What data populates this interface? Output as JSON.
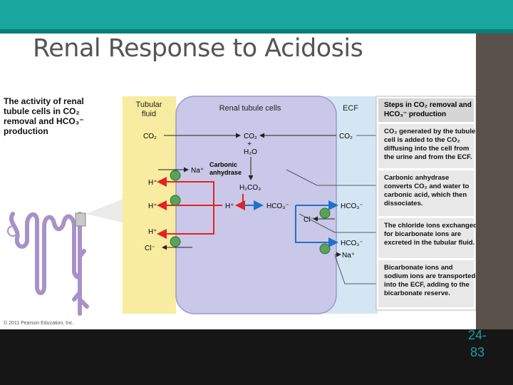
{
  "slide": {
    "title": "Renal Response to Acidosis",
    "slide_number_line1": "24-",
    "slide_number_line2": "83",
    "colors": {
      "header_teal": "#1aa7a0",
      "tubular_fluid_yellow": "#f8eca0",
      "cell_lavender": "#c9c8e8",
      "ecf_blue": "#d4e6f4",
      "red_arrow": "#e52222",
      "blue_arrow": "#1e73c8",
      "transport_green": "#5aa25a",
      "nephron_purple": "#a891c8"
    }
  },
  "figure": {
    "caption": "The activity of renal tubule cells in CO₂ removal and HCO₃⁻ production",
    "copyright": "© 2011 Pearson Education, Inc.",
    "columns": {
      "tubular_fluid": "Tubular fluid",
      "renal_cells": "Renal tubule cells",
      "ecf": "ECF"
    },
    "labels": {
      "co2": "CO₂",
      "plus": "+",
      "h2o": "H₂O",
      "carbonic": "Carbonic",
      "anhydrase": "anhydrase",
      "h2co3": "H₂CO₃",
      "h_plus": "H⁺",
      "hco3": "HCO₃⁻",
      "na_plus": "Na⁺",
      "cl_minus": "Cl⁻"
    },
    "steps": {
      "header": "Steps in CO₂ removal and HCO₃⁻ production",
      "items": [
        "CO₂ generated by the tubule cell is added to the CO₂ diffusing into the cell from the urine and from the ECF.",
        "Carbonic anhydrase converts CO₂ and water to carbonic acid, which then dissociates.",
        "The chloride ions exchanged for bicarbonate ions are excreted in the tubular fluid.",
        "Bicarbonate ions and sodium ions are transported into the ECF, adding to the bicarbonate reserve."
      ]
    }
  }
}
